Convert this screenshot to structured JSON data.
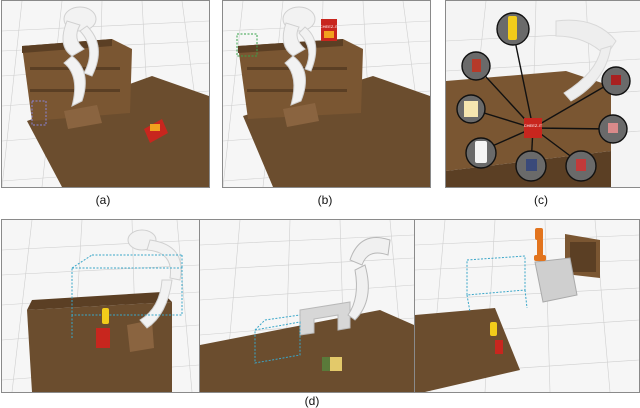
{
  "captions": {
    "a": "(a)",
    "b": "(b)",
    "c": "(c)",
    "d": "(d)"
  },
  "product_labels": {
    "cereal_box": "CHEEZ-IT"
  },
  "colors": {
    "table": "#6b4d2e",
    "table_dark": "#4e3720",
    "shelf": "#7a5632",
    "robot": "#f2f2f2",
    "grid": "#c8c8c8",
    "bbox_purple": "#8a84d6",
    "bbox_green": "#37a24a",
    "bbox_cyan": "#3aa6c8",
    "cereal_red": "#c8261e",
    "mustard": "#f2cc1a",
    "orange_arm": "#e2741e"
  },
  "icons": {
    "robot": "robot-arm-icon",
    "cereal": "cereal-box-icon",
    "mustard": "mustard-bottle-icon"
  }
}
